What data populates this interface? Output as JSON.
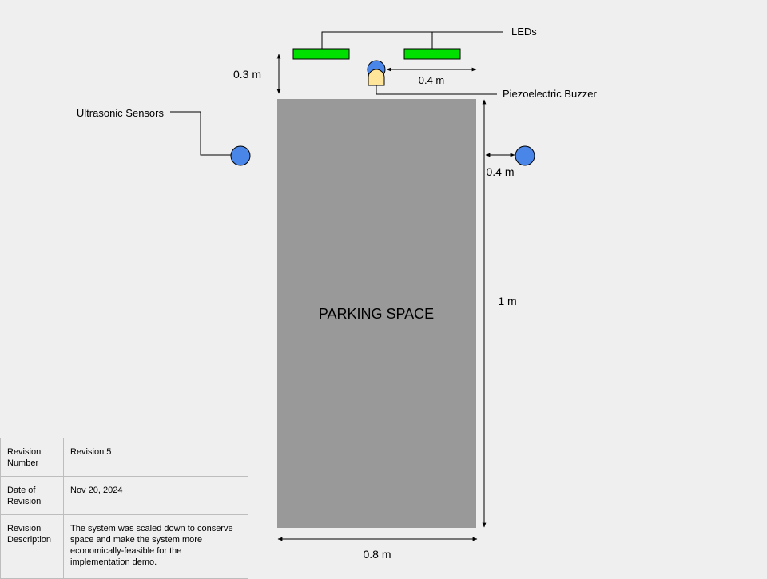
{
  "diagram": {
    "parking_space_label": "PARKING SPACE",
    "labels": {
      "leds": "LEDs",
      "buzzer": "Piezoelectric Buzzer",
      "ultrasonic": "Ultrasonic Sensors"
    },
    "dimensions": {
      "led_offset": "0.3 m",
      "led_spacing": "0.4 m",
      "sensor_offset": "0.4 m",
      "length": "1 m",
      "width": "0.8 m"
    },
    "colors": {
      "parking_space": "#999999",
      "led": "#00e000",
      "sensor": "#4a86e8",
      "buzzer_body": "#ffe599",
      "background": "#efefef"
    }
  },
  "revision_table": {
    "rows": [
      {
        "key": "Revision Number",
        "value": "Revision 5"
      },
      {
        "key": "Date of Revision",
        "value": "Nov 20, 2024"
      },
      {
        "key": "Revision Description",
        "value": "The system was scaled down to conserve space and make the system more economically-feasible for the implementation demo."
      }
    ]
  }
}
